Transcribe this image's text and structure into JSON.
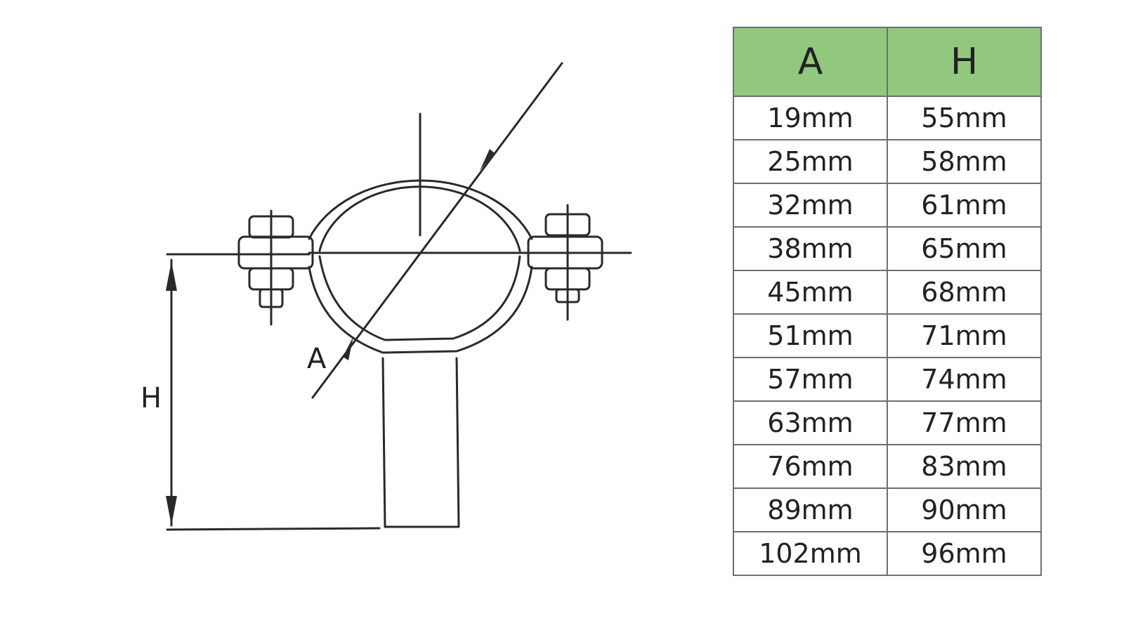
{
  "diagram": {
    "labels": {
      "diameter": "A",
      "height": "H"
    },
    "colors": {
      "line": "#2a2a2a",
      "paper": "#ffffff"
    }
  },
  "table": {
    "header_color": "#92c87d",
    "border_color": "#6f6f6f",
    "columns": [
      "A",
      "H"
    ],
    "rows": [
      [
        "19mm",
        "55mm"
      ],
      [
        "25mm",
        "58mm"
      ],
      [
        "32mm",
        "61mm"
      ],
      [
        "38mm",
        "65mm"
      ],
      [
        "45mm",
        "68mm"
      ],
      [
        "51mm",
        "71mm"
      ],
      [
        "57mm",
        "74mm"
      ],
      [
        "63mm",
        "77mm"
      ],
      [
        "76mm",
        "83mm"
      ],
      [
        "89mm",
        "90mm"
      ],
      [
        "102mm",
        "96mm"
      ]
    ]
  }
}
